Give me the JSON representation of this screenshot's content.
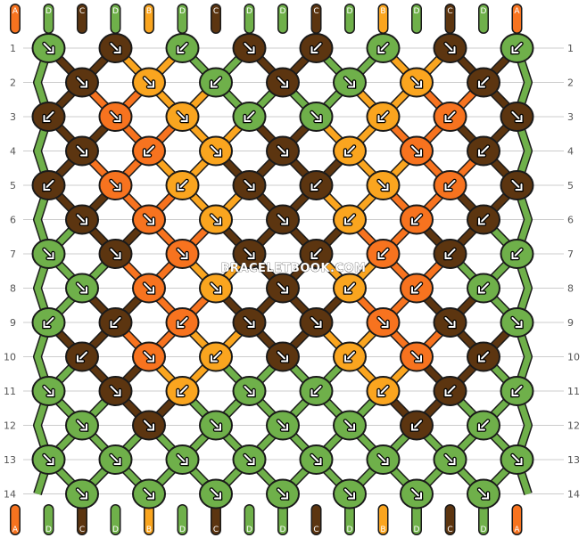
{
  "row_labels": [
    "1",
    "2",
    "3",
    "4",
    "5",
    "6",
    "7",
    "8",
    "9",
    "10",
    "11",
    "12",
    "13",
    "14"
  ],
  "threads_top": [
    "A",
    "D",
    "C",
    "D",
    "B",
    "D",
    "C",
    "D",
    "D",
    "C",
    "D",
    "B",
    "D",
    "C",
    "D",
    "A"
  ],
  "threads_bottom": [
    "A",
    "D",
    "C",
    "D",
    "B",
    "D",
    "C",
    "D",
    "D",
    "C",
    "D",
    "B",
    "D",
    "C",
    "D",
    "A"
  ],
  "watermark": "BRACELETBOOK.COM",
  "colors": {
    "A": "#f7731f",
    "B": "#faa51f",
    "C": "#5c3510",
    "D": "#6fb04a",
    "outline": "#1a1a1a",
    "grid": "#cccccc"
  },
  "knots": [
    [
      "D",
      "C",
      "D",
      "C",
      "C",
      "D",
      "C",
      "D"
    ],
    [
      "C",
      "B",
      "D",
      "C",
      "D",
      "B",
      "C"
    ],
    [
      "C",
      "A",
      "B",
      "D",
      "D",
      "B",
      "A",
      "C"
    ],
    [
      "C",
      "A",
      "B",
      "C",
      "B",
      "A",
      "C"
    ],
    [
      "C",
      "A",
      "B",
      "C",
      "C",
      "B",
      "A",
      "C"
    ],
    [
      "C",
      "A",
      "B",
      "C",
      "B",
      "A",
      "C"
    ],
    [
      "D",
      "C",
      "A",
      "C",
      "C",
      "A",
      "C",
      "D"
    ],
    [
      "D",
      "A",
      "B",
      "C",
      "B",
      "A",
      "D"
    ],
    [
      "D",
      "C",
      "A",
      "C",
      "C",
      "A",
      "C",
      "D"
    ],
    [
      "C",
      "A",
      "B",
      "C",
      "B",
      "A",
      "C"
    ],
    [
      "D",
      "C",
      "B",
      "D",
      "D",
      "B",
      "C",
      "D"
    ],
    [
      "D",
      "C",
      "D",
      "D",
      "D",
      "C",
      "D"
    ],
    [
      "D",
      "D",
      "D",
      "D",
      "D",
      "D",
      "D",
      "D"
    ],
    [
      "D",
      "D",
      "D",
      "D",
      "D",
      "D",
      "D"
    ]
  ],
  "arrows": [
    [
      "dr",
      "dr",
      "dl",
      "dr",
      "dl",
      "dl",
      "dr",
      "dl"
    ],
    [
      "dr",
      "dr",
      "dl",
      "dr",
      "dr",
      "dr",
      "dl"
    ],
    [
      "dl",
      "dr",
      "dr",
      "dl",
      "dr",
      "dl",
      "dl",
      "dr"
    ],
    [
      "dr",
      "dl",
      "dr",
      "dr",
      "dl",
      "dr",
      "dl"
    ],
    [
      "dl",
      "dr",
      "dl",
      "dr",
      "dl",
      "dr",
      "dl",
      "dr"
    ],
    [
      "dr",
      "dr",
      "dr",
      "dr",
      "dl",
      "dl",
      "dl"
    ],
    [
      "dr",
      "dr",
      "dr",
      "dr",
      "dl",
      "dl",
      "dl",
      "dl"
    ],
    [
      "dr",
      "dr",
      "dr",
      "dr",
      "dl",
      "dl",
      "dl"
    ],
    [
      "dl",
      "dl",
      "dl",
      "dr",
      "dr",
      "dr",
      "dr",
      "dr"
    ],
    [
      "dl",
      "dr",
      "dl",
      "dr",
      "dl",
      "dr",
      "dl"
    ],
    [
      "dr",
      "dr",
      "dl",
      "dr",
      "dl",
      "dl",
      "dl",
      "dl"
    ],
    [
      "dr",
      "dr",
      "dr",
      "dr",
      "dr",
      "dl",
      "dl"
    ],
    [
      "dr",
      "dr",
      "dr",
      "dr",
      "dr",
      "dr",
      "dr",
      "dr"
    ],
    [
      "dr",
      "dr",
      "dr",
      "dr",
      "dr",
      "dr",
      "dr"
    ]
  ]
}
